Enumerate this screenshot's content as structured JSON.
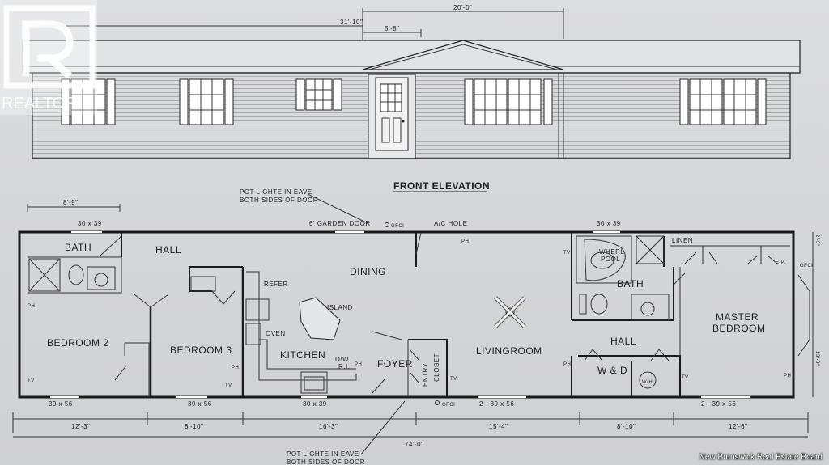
{
  "watermark": {
    "text": "REALTOR"
  },
  "credit": "New Brunswick Real Estate Board",
  "elevation": {
    "title": "FRONT ELEVATION",
    "dim_total": "20'-0\"",
    "dim_offset": "31'-10\"",
    "dim_door": "5'-8\""
  },
  "plan": {
    "notes": {
      "pot_light_top_1": "POT LIGHTE IN EAVE",
      "pot_light_top_2": "BOTH SIDES OF DOOR",
      "pot_light_bottom_1": "POT LIGHTE IN EAVE",
      "pot_light_bottom_2": "BOTH SIDES OF DOOR",
      "garden_door": "6' GARDEN DOOR",
      "ac_hole": "A/C HOLE",
      "gfci": "GFCI"
    },
    "rooms": {
      "bath1": "BATH",
      "hall1": "HALL",
      "dining": "DINING",
      "bedroom2": "BEDROOM 2",
      "bedroom3": "BEDROOM 3",
      "kitchen": "KITCHEN",
      "island": "ISLAND",
      "refer": "REFER",
      "oven": "OVEN",
      "dw": "D/W",
      "ri": "R.I.",
      "foyer": "FOYER",
      "entry_closet_1": "ENTRY",
      "entry_closet_2": "CLOSET",
      "livingroom": "LIVINGROOM",
      "bath2": "BATH",
      "whirlpool_1": "WHERL",
      "whirlpool_2": "POOL",
      "linen": "LINEN",
      "ep": "E.P.",
      "hall2": "HALL",
      "wd": "W & D",
      "wh": "W/H",
      "master_1": "MASTER",
      "master_2": "BEDROOM"
    },
    "windows": {
      "top_left": "30 x 39",
      "top_right": "30 x 39",
      "bottom_1": "39 x 56",
      "bottom_2": "39 x 56",
      "bottom_3": "30 x 39",
      "bottom_4": "2 - 39 x 56",
      "bottom_5": "2 - 39 x 56"
    },
    "dims": {
      "bath_width": "8'-9\"",
      "d1": "12'-3\"",
      "d2": "8'-10\"",
      "d3": "16'-3\"",
      "d4": "15'-4\"",
      "d5": "8'-10\"",
      "d6": "12'-6\"",
      "total": "74'-0\"",
      "right_1": "2'-3\"",
      "right_2": "13'-3\""
    },
    "symbols": {
      "tv": "TV",
      "ph": "PH"
    }
  }
}
